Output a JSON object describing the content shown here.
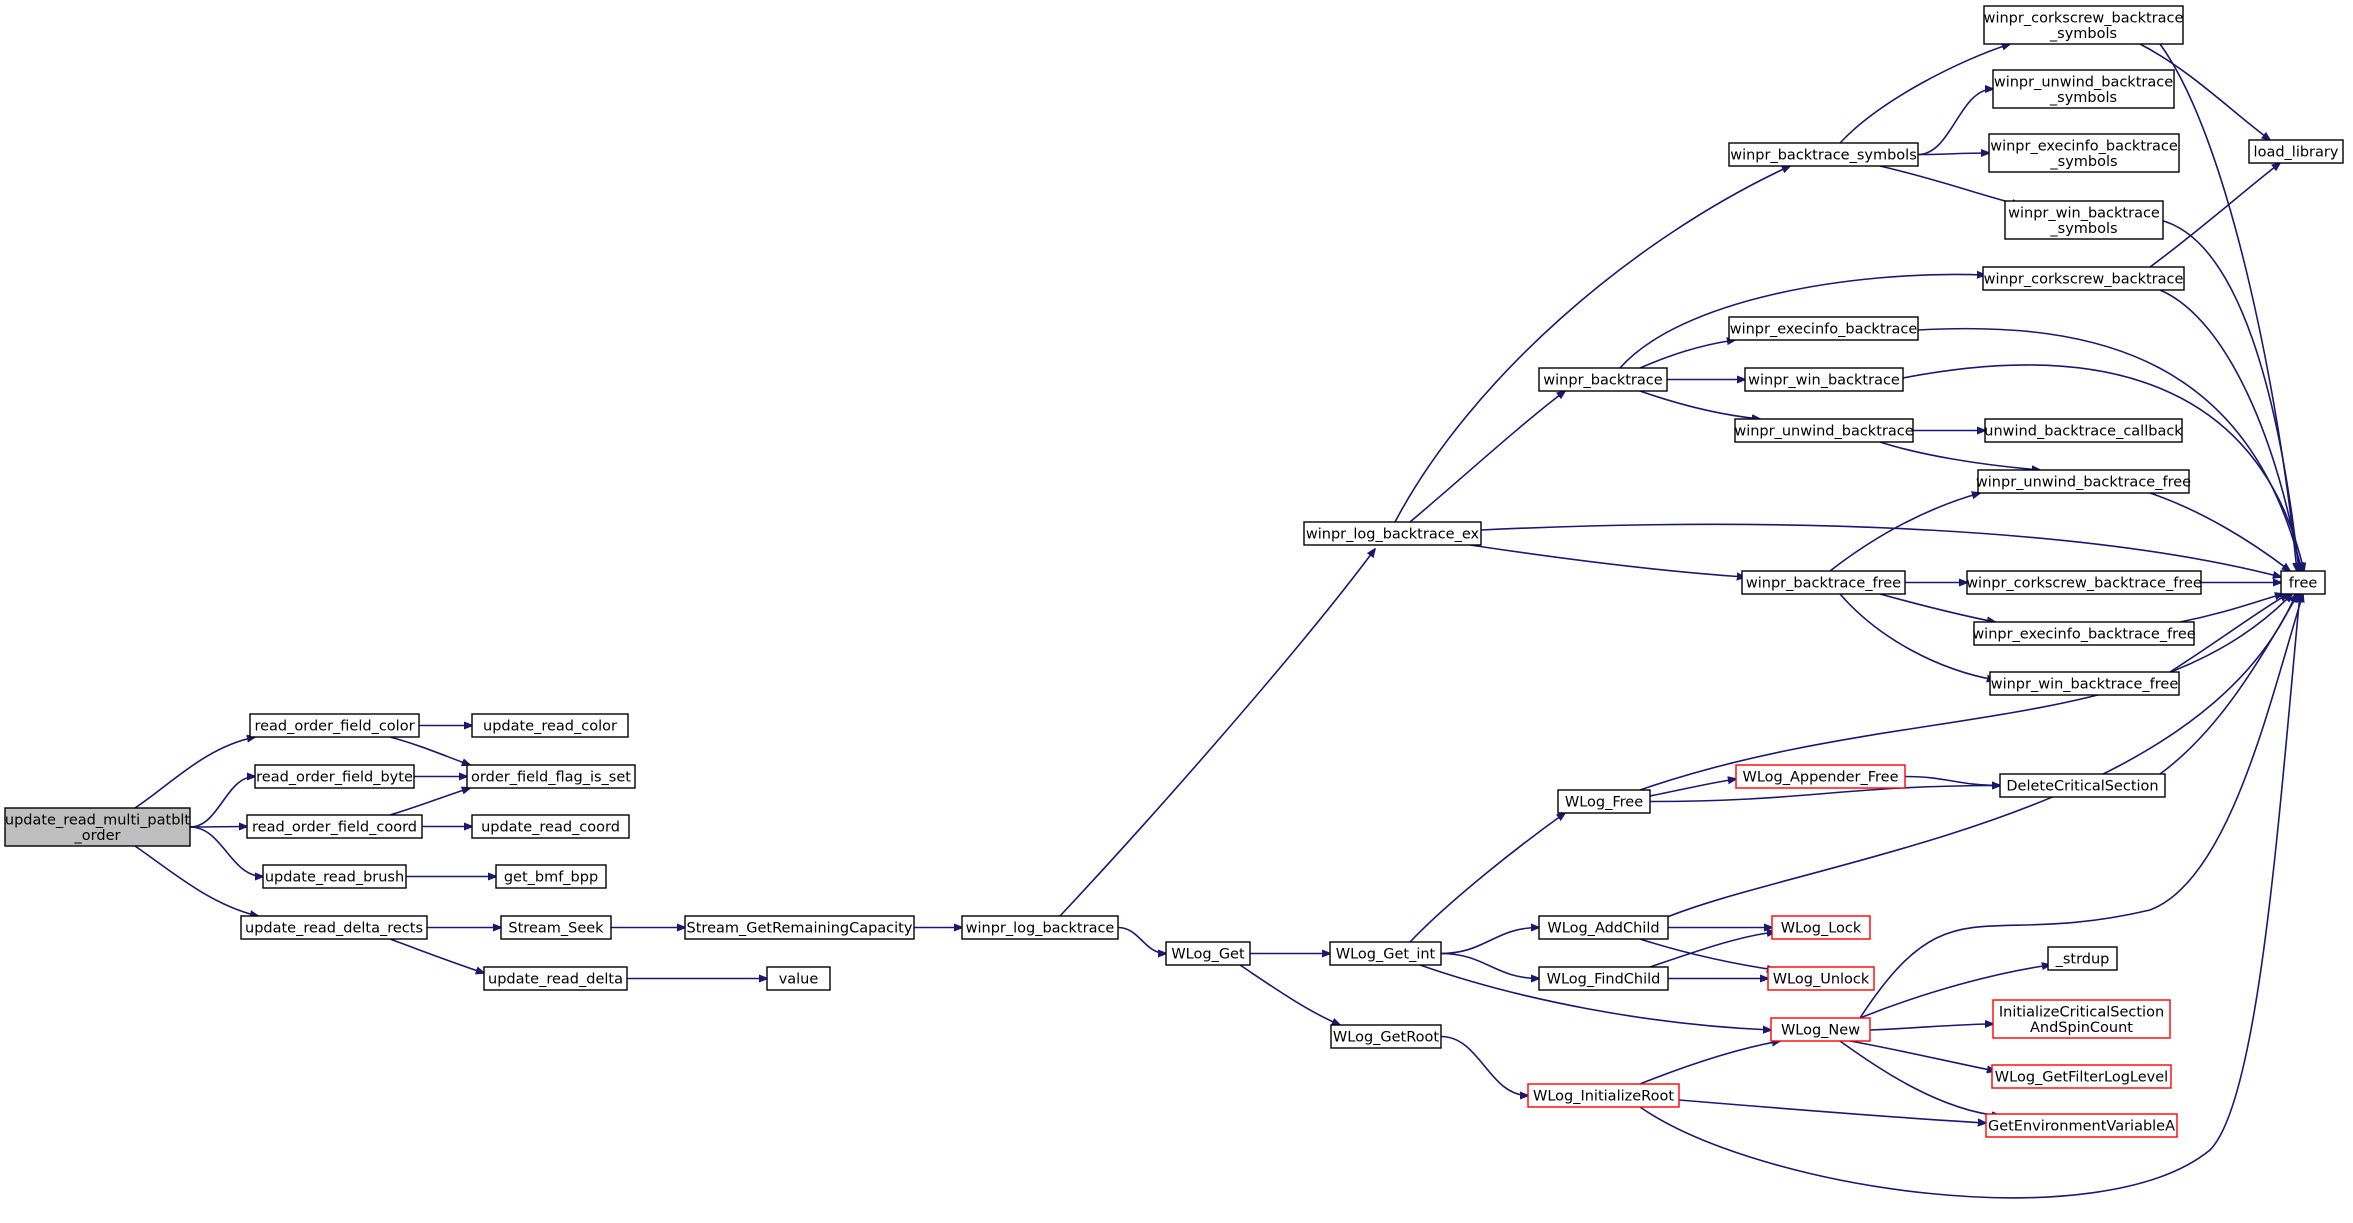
{
  "colors": {
    "edge": "#191970",
    "node_border": "#000000",
    "node_border_truncated": "#ff0000",
    "root_fill": "#bfbfbf",
    "node_fill": "#ffffff"
  },
  "nodes": [
    {
      "id": "update_read_multi_patblt_order",
      "lines": [
        "update_read_multi_patblt",
        "_order"
      ],
      "style": "root"
    },
    {
      "id": "read_order_field_color",
      "lines": [
        "read_order_field_color"
      ],
      "style": "normal"
    },
    {
      "id": "read_order_field_byte",
      "lines": [
        "read_order_field_byte"
      ],
      "style": "normal"
    },
    {
      "id": "read_order_field_coord",
      "lines": [
        "read_order_field_coord"
      ],
      "style": "normal"
    },
    {
      "id": "update_read_brush",
      "lines": [
        "update_read_brush"
      ],
      "style": "normal"
    },
    {
      "id": "update_read_delta_rects",
      "lines": [
        "update_read_delta_rects"
      ],
      "style": "normal"
    },
    {
      "id": "update_read_color",
      "lines": [
        "update_read_color"
      ],
      "style": "normal"
    },
    {
      "id": "order_field_flag_is_set",
      "lines": [
        "order_field_flag_is_set"
      ],
      "style": "normal"
    },
    {
      "id": "update_read_coord",
      "lines": [
        "update_read_coord"
      ],
      "style": "normal"
    },
    {
      "id": "get_bmf_bpp",
      "lines": [
        "get_bmf_bpp"
      ],
      "style": "normal"
    },
    {
      "id": "Stream_Seek",
      "lines": [
        "Stream_Seek"
      ],
      "style": "normal"
    },
    {
      "id": "update_read_delta",
      "lines": [
        "update_read_delta"
      ],
      "style": "normal"
    },
    {
      "id": "Stream_GetRemainingCapacity",
      "lines": [
        "Stream_GetRemainingCapacity"
      ],
      "style": "normal"
    },
    {
      "id": "value",
      "lines": [
        "value"
      ],
      "style": "normal"
    },
    {
      "id": "winpr_log_backtrace",
      "lines": [
        "winpr_log_backtrace"
      ],
      "style": "normal"
    },
    {
      "id": "winpr_log_backtrace_ex",
      "lines": [
        "winpr_log_backtrace_ex"
      ],
      "style": "normal"
    },
    {
      "id": "WLog_Get",
      "lines": [
        "WLog_Get"
      ],
      "style": "normal"
    },
    {
      "id": "WLog_Get_int",
      "lines": [
        "WLog_Get_int"
      ],
      "style": "normal"
    },
    {
      "id": "WLog_GetRoot",
      "lines": [
        "WLog_GetRoot"
      ],
      "style": "normal"
    },
    {
      "id": "WLog_Free",
      "lines": [
        "WLog_Free"
      ],
      "style": "normal"
    },
    {
      "id": "WLog_AddChild",
      "lines": [
        "WLog_AddChild"
      ],
      "style": "normal"
    },
    {
      "id": "WLog_FindChild",
      "lines": [
        "WLog_FindChild"
      ],
      "style": "normal"
    },
    {
      "id": "WLog_InitializeRoot",
      "lines": [
        "WLog_InitializeRoot"
      ],
      "style": "red"
    },
    {
      "id": "WLog_New",
      "lines": [
        "WLog_New"
      ],
      "style": "red"
    },
    {
      "id": "WLog_Appender_Free",
      "lines": [
        "WLog_Appender_Free"
      ],
      "style": "red"
    },
    {
      "id": "WLog_Lock",
      "lines": [
        "WLog_Lock"
      ],
      "style": "red"
    },
    {
      "id": "WLog_Unlock",
      "lines": [
        "WLog_Unlock"
      ],
      "style": "red"
    },
    {
      "id": "DeleteCriticalSection",
      "lines": [
        "DeleteCriticalSection"
      ],
      "style": "normal"
    },
    {
      "id": "_strdup",
      "lines": [
        "_strdup"
      ],
      "style": "normal"
    },
    {
      "id": "InitializeCriticalSectionAndSpinCount",
      "lines": [
        "InitializeCriticalSection",
        "AndSpinCount"
      ],
      "style": "red"
    },
    {
      "id": "WLog_GetFilterLogLevel",
      "lines": [
        "WLog_GetFilterLogLevel"
      ],
      "style": "red"
    },
    {
      "id": "GetEnvironmentVariableA",
      "lines": [
        "GetEnvironmentVariableA"
      ],
      "style": "red"
    },
    {
      "id": "winpr_backtrace_symbols",
      "lines": [
        "winpr_backtrace_symbols"
      ],
      "style": "normal"
    },
    {
      "id": "winpr_backtrace",
      "lines": [
        "winpr_backtrace"
      ],
      "style": "normal"
    },
    {
      "id": "winpr_backtrace_free",
      "lines": [
        "winpr_backtrace_free"
      ],
      "style": "normal"
    },
    {
      "id": "winpr_corkscrew_backtrace_symbols",
      "lines": [
        "winpr_corkscrew_backtrace",
        "_symbols"
      ],
      "style": "normal"
    },
    {
      "id": "winpr_unwind_backtrace_symbols",
      "lines": [
        "winpr_unwind_backtrace",
        "_symbols"
      ],
      "style": "normal"
    },
    {
      "id": "winpr_execinfo_backtrace_symbols",
      "lines": [
        "winpr_execinfo_backtrace",
        "_symbols"
      ],
      "style": "normal"
    },
    {
      "id": "winpr_win_backtrace_symbols",
      "lines": [
        "winpr_win_backtrace",
        "_symbols"
      ],
      "style": "normal"
    },
    {
      "id": "winpr_corkscrew_backtrace",
      "lines": [
        "winpr_corkscrew_backtrace"
      ],
      "style": "normal"
    },
    {
      "id": "winpr_execinfo_backtrace",
      "lines": [
        "winpr_execinfo_backtrace"
      ],
      "style": "normal"
    },
    {
      "id": "winpr_win_backtrace",
      "lines": [
        "winpr_win_backtrace"
      ],
      "style": "normal"
    },
    {
      "id": "winpr_unwind_backtrace",
      "lines": [
        "winpr_unwind_backtrace"
      ],
      "style": "normal"
    },
    {
      "id": "unwind_backtrace_callback",
      "lines": [
        "unwind_backtrace_callback"
      ],
      "style": "normal"
    },
    {
      "id": "winpr_unwind_backtrace_free",
      "lines": [
        "winpr_unwind_backtrace_free"
      ],
      "style": "normal"
    },
    {
      "id": "winpr_corkscrew_backtrace_free",
      "lines": [
        "winpr_corkscrew_backtrace_free"
      ],
      "style": "normal"
    },
    {
      "id": "winpr_execinfo_backtrace_free",
      "lines": [
        "winpr_execinfo_backtrace_free"
      ],
      "style": "normal"
    },
    {
      "id": "winpr_win_backtrace_free",
      "lines": [
        "winpr_win_backtrace_free"
      ],
      "style": "normal"
    },
    {
      "id": "load_library",
      "lines": [
        "load_library"
      ],
      "style": "normal"
    },
    {
      "id": "free",
      "lines": [
        "free"
      ],
      "style": "normal"
    }
  ],
  "edges": [
    [
      "update_read_multi_patblt_order",
      "read_order_field_color"
    ],
    [
      "update_read_multi_patblt_order",
      "read_order_field_byte"
    ],
    [
      "update_read_multi_patblt_order",
      "read_order_field_coord"
    ],
    [
      "update_read_multi_patblt_order",
      "update_read_brush"
    ],
    [
      "update_read_multi_patblt_order",
      "update_read_delta_rects"
    ],
    [
      "read_order_field_color",
      "update_read_color"
    ],
    [
      "read_order_field_color",
      "order_field_flag_is_set"
    ],
    [
      "read_order_field_byte",
      "order_field_flag_is_set"
    ],
    [
      "read_order_field_coord",
      "order_field_flag_is_set"
    ],
    [
      "read_order_field_coord",
      "update_read_coord"
    ],
    [
      "update_read_brush",
      "get_bmf_bpp"
    ],
    [
      "update_read_delta_rects",
      "Stream_Seek"
    ],
    [
      "update_read_delta_rects",
      "update_read_delta"
    ],
    [
      "Stream_Seek",
      "Stream_GetRemainingCapacity"
    ],
    [
      "update_read_delta",
      "value"
    ],
    [
      "Stream_GetRemainingCapacity",
      "winpr_log_backtrace"
    ],
    [
      "winpr_log_backtrace",
      "winpr_log_backtrace_ex"
    ],
    [
      "winpr_log_backtrace",
      "WLog_Get"
    ],
    [
      "WLog_Get",
      "WLog_Get_int"
    ],
    [
      "WLog_Get",
      "WLog_GetRoot"
    ],
    [
      "WLog_Get_int",
      "WLog_Free"
    ],
    [
      "WLog_Get_int",
      "WLog_AddChild"
    ],
    [
      "WLog_Get_int",
      "WLog_FindChild"
    ],
    [
      "WLog_Get_int",
      "WLog_New"
    ],
    [
      "WLog_GetRoot",
      "WLog_InitializeRoot"
    ],
    [
      "WLog_InitializeRoot",
      "WLog_New"
    ],
    [
      "WLog_InitializeRoot",
      "GetEnvironmentVariableA"
    ],
    [
      "WLog_InitializeRoot",
      "free"
    ],
    [
      "WLog_Free",
      "WLog_Appender_Free"
    ],
    [
      "WLog_Free",
      "DeleteCriticalSection"
    ],
    [
      "WLog_Free",
      "free"
    ],
    [
      "WLog_Appender_Free",
      "DeleteCriticalSection"
    ],
    [
      "WLog_AddChild",
      "WLog_Lock"
    ],
    [
      "WLog_AddChild",
      "WLog_Unlock"
    ],
    [
      "WLog_AddChild",
      "free"
    ],
    [
      "WLog_FindChild",
      "WLog_Lock"
    ],
    [
      "WLog_FindChild",
      "WLog_Unlock"
    ],
    [
      "WLog_New",
      "_strdup"
    ],
    [
      "WLog_New",
      "InitializeCriticalSectionAndSpinCount"
    ],
    [
      "WLog_New",
      "WLog_GetFilterLogLevel"
    ],
    [
      "WLog_New",
      "GetEnvironmentVariableA"
    ],
    [
      "WLog_New",
      "free"
    ],
    [
      "DeleteCriticalSection",
      "free"
    ],
    [
      "winpr_log_backtrace_ex",
      "winpr_backtrace_symbols"
    ],
    [
      "winpr_log_backtrace_ex",
      "winpr_backtrace"
    ],
    [
      "winpr_log_backtrace_ex",
      "winpr_backtrace_free"
    ],
    [
      "winpr_log_backtrace_ex",
      "free"
    ],
    [
      "winpr_backtrace_symbols",
      "winpr_corkscrew_backtrace_symbols"
    ],
    [
      "winpr_backtrace_symbols",
      "winpr_unwind_backtrace_symbols"
    ],
    [
      "winpr_backtrace_symbols",
      "winpr_execinfo_backtrace_symbols"
    ],
    [
      "winpr_backtrace_symbols",
      "winpr_win_backtrace_symbols"
    ],
    [
      "winpr_corkscrew_backtrace_symbols",
      "load_library"
    ],
    [
      "winpr_corkscrew_backtrace_symbols",
      "free"
    ],
    [
      "winpr_win_backtrace_symbols",
      "free"
    ],
    [
      "winpr_backtrace",
      "winpr_corkscrew_backtrace"
    ],
    [
      "winpr_backtrace",
      "winpr_execinfo_backtrace"
    ],
    [
      "winpr_backtrace",
      "winpr_win_backtrace"
    ],
    [
      "winpr_backtrace",
      "winpr_unwind_backtrace"
    ],
    [
      "winpr_corkscrew_backtrace",
      "load_library"
    ],
    [
      "winpr_corkscrew_backtrace",
      "free"
    ],
    [
      "winpr_execinfo_backtrace",
      "free"
    ],
    [
      "winpr_win_backtrace",
      "free"
    ],
    [
      "winpr_unwind_backtrace",
      "unwind_backtrace_callback"
    ],
    [
      "winpr_unwind_backtrace",
      "winpr_unwind_backtrace_free"
    ],
    [
      "winpr_unwind_backtrace_free",
      "free"
    ],
    [
      "winpr_backtrace_free",
      "winpr_unwind_backtrace_free"
    ],
    [
      "winpr_backtrace_free",
      "winpr_corkscrew_backtrace_free"
    ],
    [
      "winpr_backtrace_free",
      "winpr_execinfo_backtrace_free"
    ],
    [
      "winpr_backtrace_free",
      "winpr_win_backtrace_free"
    ],
    [
      "winpr_corkscrew_backtrace_free",
      "free"
    ],
    [
      "winpr_execinfo_backtrace_free",
      "free"
    ],
    [
      "winpr_win_backtrace_free",
      "free"
    ]
  ]
}
